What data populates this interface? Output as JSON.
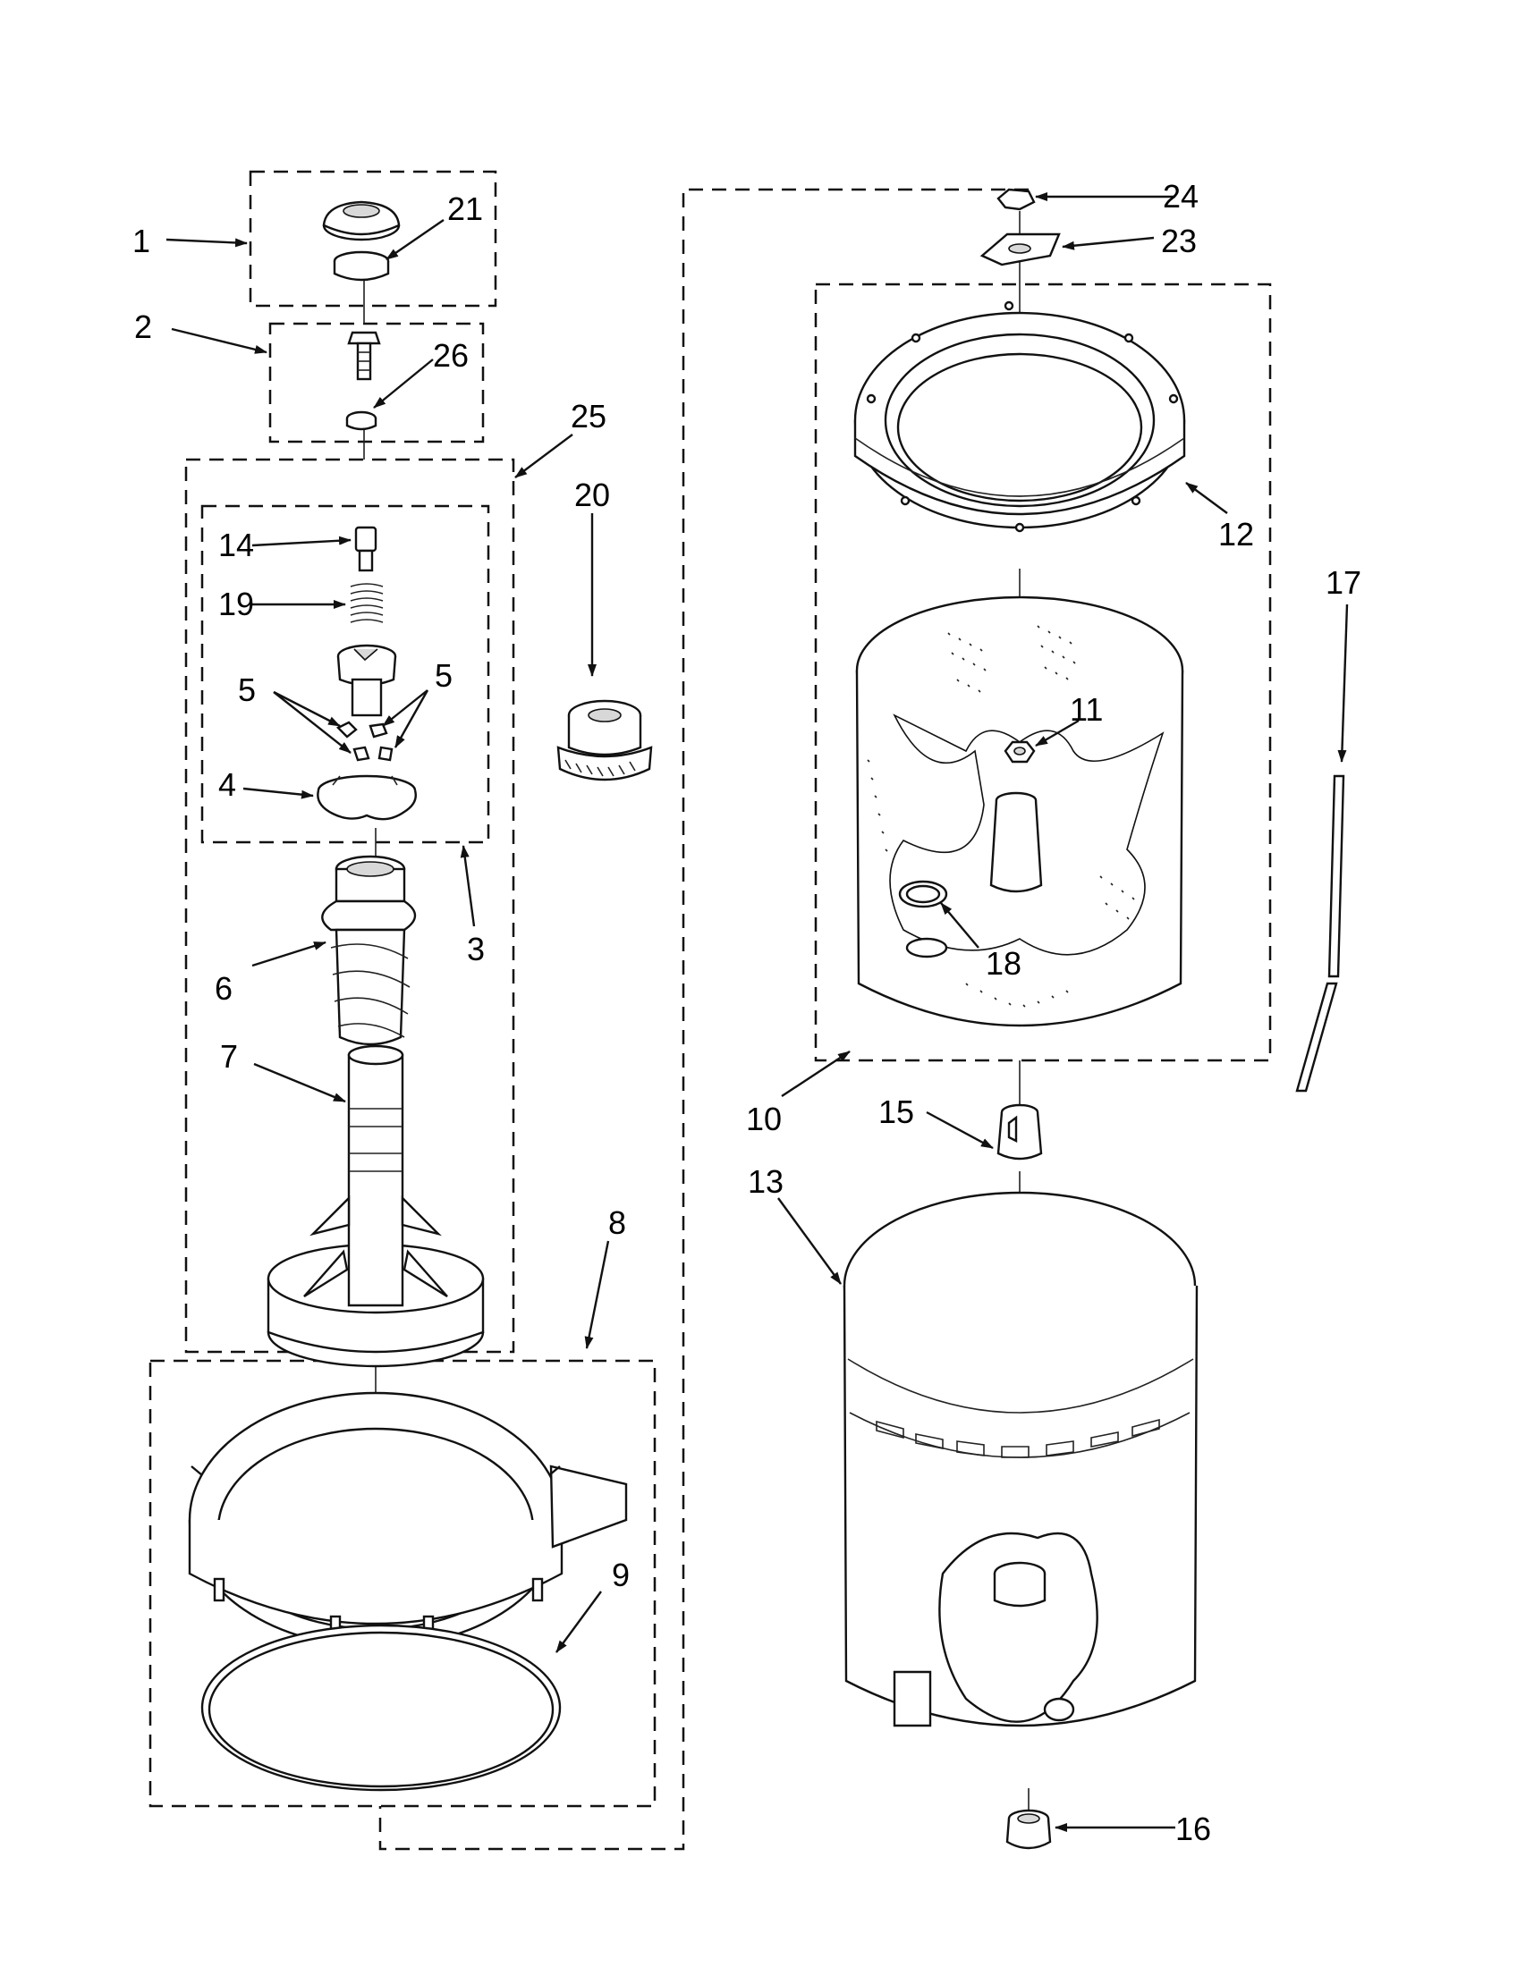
{
  "callouts": [
    {
      "id": "c1",
      "text": "1"
    },
    {
      "id": "c2",
      "text": "2"
    },
    {
      "id": "c3",
      "text": "3"
    },
    {
      "id": "c4",
      "text": "4"
    },
    {
      "id": "c5a",
      "text": "5"
    },
    {
      "id": "c5b",
      "text": "5"
    },
    {
      "id": "c6",
      "text": "6"
    },
    {
      "id": "c7",
      "text": "7"
    },
    {
      "id": "c8",
      "text": "8"
    },
    {
      "id": "c9",
      "text": "9"
    },
    {
      "id": "c10",
      "text": "10"
    },
    {
      "id": "c11",
      "text": "11"
    },
    {
      "id": "c12",
      "text": "12"
    },
    {
      "id": "c13",
      "text": "13"
    },
    {
      "id": "c14",
      "text": "14"
    },
    {
      "id": "c15",
      "text": "15"
    },
    {
      "id": "c16",
      "text": "16"
    },
    {
      "id": "c17",
      "text": "17"
    },
    {
      "id": "c18",
      "text": "18"
    },
    {
      "id": "c19",
      "text": "19"
    },
    {
      "id": "c20",
      "text": "20"
    },
    {
      "id": "c21",
      "text": "21"
    },
    {
      "id": "c23",
      "text": "23"
    },
    {
      "id": "c24",
      "text": "24"
    },
    {
      "id": "c25",
      "text": "25"
    },
    {
      "id": "c26",
      "text": "26"
    }
  ]
}
